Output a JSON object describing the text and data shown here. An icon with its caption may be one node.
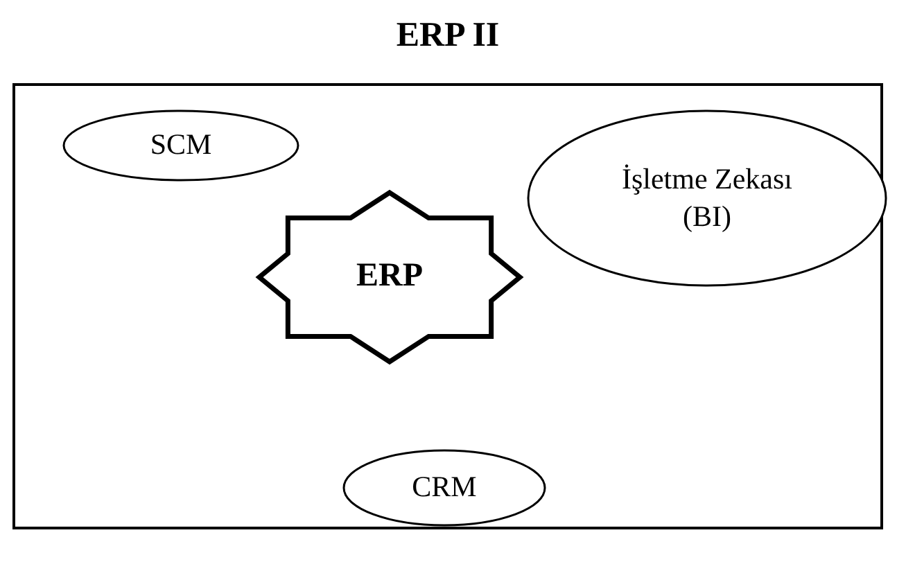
{
  "diagram": {
    "nodes": [
      {
        "text": [
          "ERP II"
        ]
      },
      {
        "text": [
          "SCM"
        ],
        "in": 0
      },
      {
        "text": [
          "İşletme Zekası (BI)"
        ],
        "in": 0
      },
      {
        "text": [
          "ERP"
        ],
        "in": 0
      },
      {
        "text": [
          "CRM"
        ],
        "in": 0
      }
    ]
  }
}
